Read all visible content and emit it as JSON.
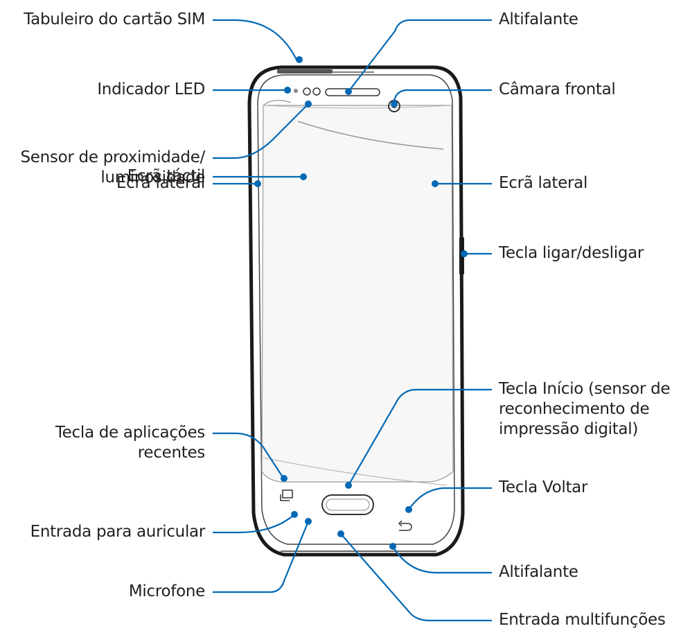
{
  "labels": {
    "sim_tray": "Tabuleiro do cartão SIM",
    "led_indicator": "Indicador LED",
    "proximity_sensor_line1": "Sensor de proximidade/",
    "proximity_sensor_line2": "luminosidade",
    "touch_screen": "Ecrã táctil",
    "edge_screen_left": "Ecrã lateral",
    "recent_apps_line1": "Tecla de aplicações",
    "recent_apps_line2": "recentes",
    "earphone_jack": "Entrada para auricular",
    "microphone": "Microfone",
    "earpiece_speaker": "Altifalante",
    "front_camera": "Câmara frontal",
    "power_key": "Tecla ligar/desligar",
    "edge_screen_right": "Ecrã lateral",
    "home_key_line1": "Tecla Início (sensor de",
    "home_key_line2": "reconhecimento de",
    "home_key_line3": "impressão digital)",
    "back_key": "Tecla Voltar",
    "loudspeaker": "Altifalante",
    "multipurpose_jack": "Entrada multifunções"
  },
  "colors": {
    "callout": "#0068b4",
    "phone_outline": "#1a1a1a",
    "text": "#231f20"
  }
}
